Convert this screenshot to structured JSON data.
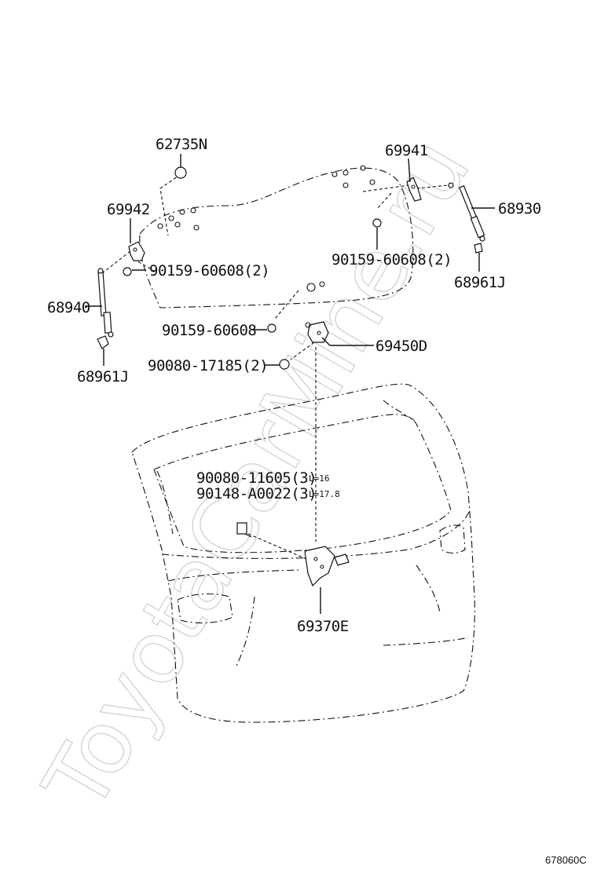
{
  "watermark": "ToyotaCarMine.ru",
  "diagram_code": "678060C",
  "parts": {
    "glass_stopper": "62735N",
    "hinge_left": "69942",
    "hinge_right": "69941",
    "stay_left": "68940",
    "stay_right": "68930",
    "bracket_left": "68961J",
    "bracket_right": "68961J",
    "bolt_hinge_left": "90159-60608(2)",
    "bolt_hinge_right": "90159-60608(2)",
    "bolt_glass": "90159-60608",
    "nut_lock": "90080-17185(2)",
    "striker": "69450D",
    "bolt_lock_a": "90080-11605(3)",
    "bolt_lock_a_note": "L=16",
    "bolt_lock_b": "90148-A0022(3)",
    "bolt_lock_b_note": "L=17.8",
    "lock_assy": "69370E"
  }
}
